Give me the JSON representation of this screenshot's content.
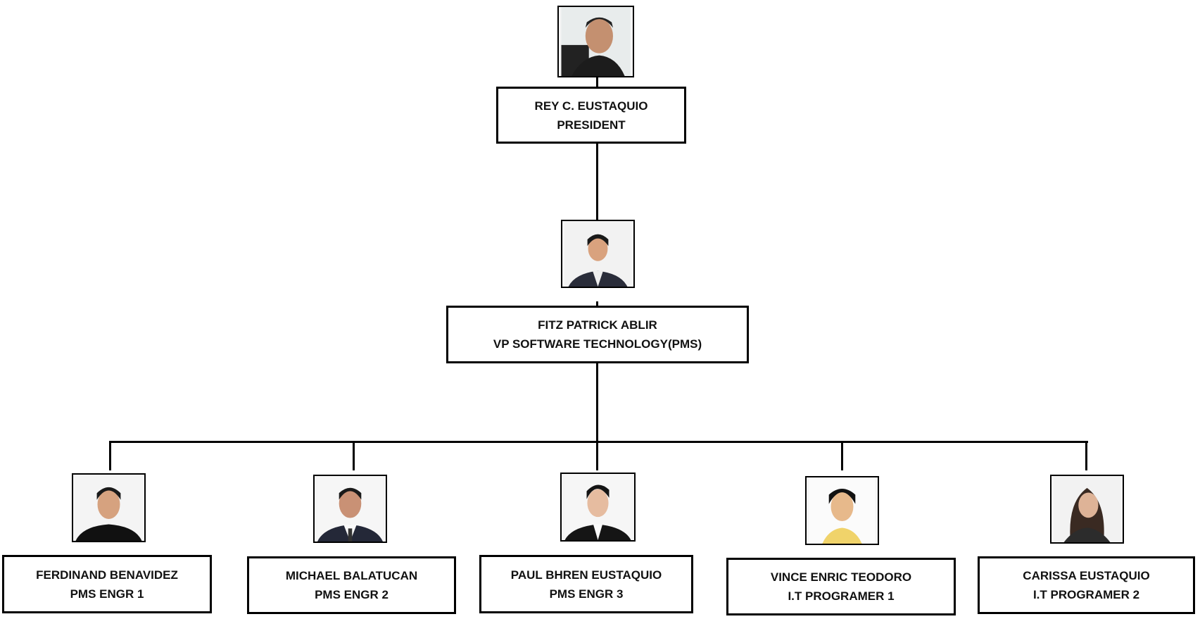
{
  "president": {
    "name": "REY C. EUSTAQUIO",
    "title": "PRESIDENT"
  },
  "vp": {
    "name": "FITZ PATRICK ABLIR",
    "title": "VP SOFTWARE TECHNOLOGY(PMS)"
  },
  "staff": [
    {
      "name": "FERDINAND BENAVIDEZ",
      "title": "PMS ENGR 1"
    },
    {
      "name": "MICHAEL BALATUCAN",
      "title": "PMS ENGR 2"
    },
    {
      "name": "PAUL BHREN EUSTAQUIO",
      "title": "PMS ENGR 3"
    },
    {
      "name": "VINCE ENRIC TEODORO",
      "title": "I.T PROGRAMER 1"
    },
    {
      "name": "CARISSA EUSTAQUIO",
      "title": "I.T PROGRAMER 2"
    }
  ]
}
